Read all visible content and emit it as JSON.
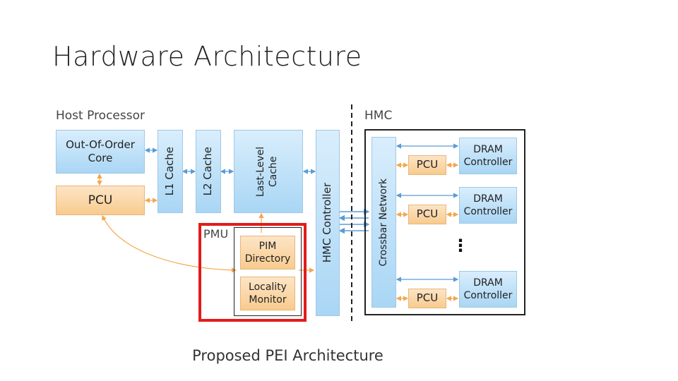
{
  "title": "Hardware Architecture",
  "caption": "Proposed PEI Architecture",
  "host": {
    "label": "Host Processor",
    "ooo_core": "Out-Of-Order Core",
    "pcu": "PCU",
    "l1": "L1 Cache",
    "l2": "L2 Cache",
    "llc": "Last-Level Cache",
    "hmc_controller": "HMC Controller"
  },
  "pmu": {
    "label": "PMU",
    "pim_directory": "PIM Directory",
    "locality_monitor": "Locality Monitor"
  },
  "hmc": {
    "label": "HMC",
    "crossbar": "Crossbar Network",
    "rows": [
      {
        "pcu": "PCU",
        "dram": "DRAM Controller"
      },
      {
        "pcu": "PCU",
        "dram": "DRAM Controller"
      },
      {
        "pcu": "PCU",
        "dram": "DRAM Controller"
      }
    ],
    "ellipsis": "⋮"
  },
  "colors": {
    "blue_arrow": "#5b9bd5",
    "orange_arrow": "#f4a64d",
    "highlight": "#e21b1b"
  }
}
